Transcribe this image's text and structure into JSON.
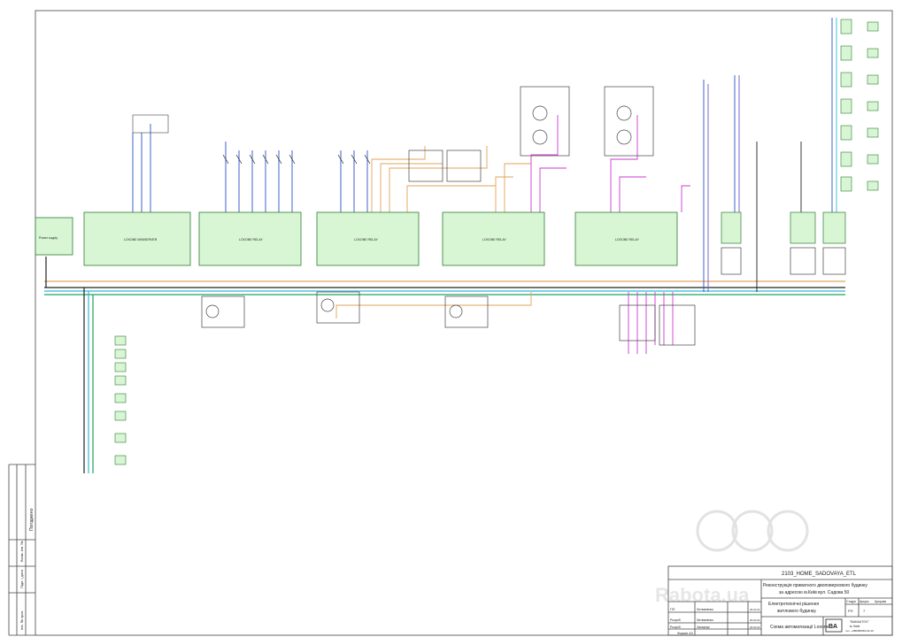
{
  "title_block": {
    "code": "2103_HOME_SADOVAYA_ETL",
    "project_line1": "Реконструкція приватного двоповерхового будинку",
    "project_line2": "за адресою м.Київ вул. Садова 50",
    "section_title_line1": "Електротехнічні рішення",
    "section_title_line2": "житлового будинку.",
    "sheet_title": "Схема автоматизації Loxone",
    "stage_header": "Стадія",
    "sheet_header": "Аркуш",
    "sheets_header": "Аркушів",
    "stage_value": "РП",
    "sheet_value": "7",
    "company_logo_text": "BA",
    "company_line1": "\"BAHAUTOV\"",
    "company_line2": "м. Київ",
    "company_line3": "тел. +380982563-63-10",
    "rows": [
      {
        "role": "ГІП",
        "name": "Литвиненко",
        "date": "20.04.21"
      },
      {
        "role": "Розроб.",
        "name": "Литвиненко",
        "date": "20.04.21"
      },
      {
        "role": "Розроб.",
        "name": "Захарчук",
        "date": "20.04.21"
      }
    ],
    "format_label": "Формат А3"
  },
  "side_stamp": {
    "approved": "Погоджено",
    "fields": [
      "Інв. № ориг.",
      "Підп. і дата",
      "Взам. інв. №"
    ]
  },
  "watermark": "Rabota.ua",
  "colors": {
    "wire_black": "#222222",
    "wire_blue": "#2b52c8",
    "wire_cyan": "#33b8d6",
    "wire_orange": "#e0a35a",
    "wire_magenta": "#cc3ad0",
    "wire_green": "#22a060",
    "module_fill": "#d8f5d4",
    "module_stroke": "#2e7d32"
  },
  "modules": [
    {
      "id": "power",
      "label": "Power supply"
    },
    {
      "id": "miniserver",
      "label": "LOXONE MINISERVER"
    },
    {
      "id": "relay1",
      "label": "LOXONE RELAY"
    },
    {
      "id": "relay2",
      "label": "LOXONE RELAY"
    },
    {
      "id": "relay3",
      "label": "LOXONE RELAY"
    },
    {
      "id": "relay4",
      "label": "LOXONE RELAY"
    }
  ]
}
